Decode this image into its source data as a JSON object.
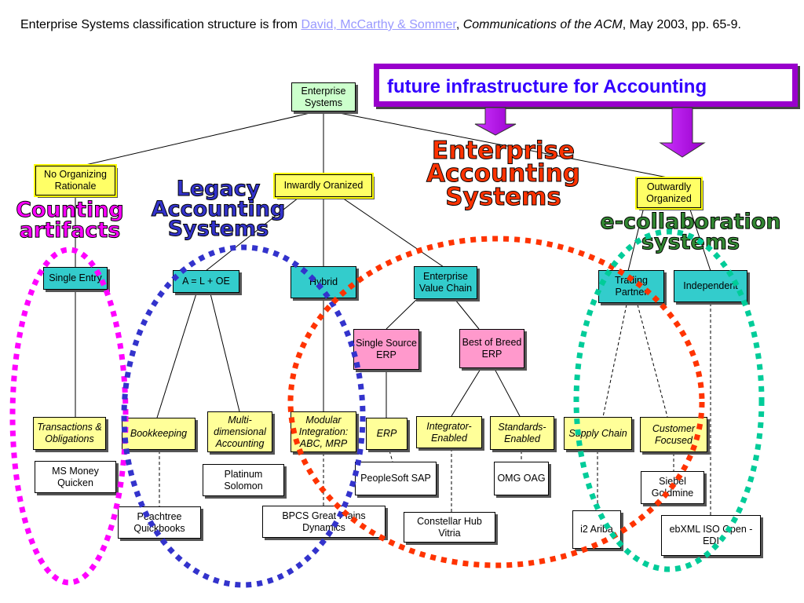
{
  "caption": {
    "prefix": "Enterprise Systems classification structure is from ",
    "link": "David, McCarthy & Sommer",
    "sep": ", ",
    "journal": "Communications of the ACM",
    "suffix": ", May 2003, pp. 65-9."
  },
  "banner": "future infrastructure for Accounting",
  "nodes": {
    "root": "Enterprise Systems",
    "no_org": "No Organizing Rationale",
    "inward": "Inwardly Oranized",
    "outward": "Outwardly Organized",
    "single_entry": "Single Entry",
    "aloe": "A = L + OE",
    "hybrid": "Hybrid",
    "evc": "Enterprise Value Chain",
    "trading": "Trading Partner",
    "independent": "Independent",
    "ssr": "Single Source ERP",
    "bob": "Best of Breed ERP",
    "trans": "Transactions & Obligations",
    "bookkeeping": "Bookkeeping",
    "multidim": "Multi-dimensional Accounting",
    "modular": "Modular Integration: ABC, MRP",
    "erp": "ERP",
    "integrator": "Integrator-Enabled",
    "standards": "Standards-Enabled",
    "supply": "Supply Chain",
    "customer": "Customer Focused",
    "msmoney": "MS Money Quicken",
    "peachtree": "Peachtree Quickbooks",
    "platinum": "Platinum Solomon",
    "bpcs": "BPCS Great Plains Dynamics",
    "peoplesoft": "PeopleSoft SAP",
    "constellar": "Constellar Hub Vitria",
    "omg": "OMG OAG",
    "i2": "i2 Ariba",
    "siebel": "Siebel Goldmine",
    "ebxml": "ebXML ISO Open - EDI"
  },
  "labels": {
    "counting": "Counting artifacts",
    "legacy": "Legacy Accounting Systems",
    "enterprise": "Enterprise Accounting Systems",
    "ecollab": "e-collaboration systems"
  },
  "colors": {
    "magenta": "#ff00ff",
    "blue": "#3333cc",
    "red": "#ff3300",
    "teal": "#00cc99",
    "purple": "#9900cc",
    "legacy_text": "#3333cc",
    "ecollab_text": "#338833"
  }
}
